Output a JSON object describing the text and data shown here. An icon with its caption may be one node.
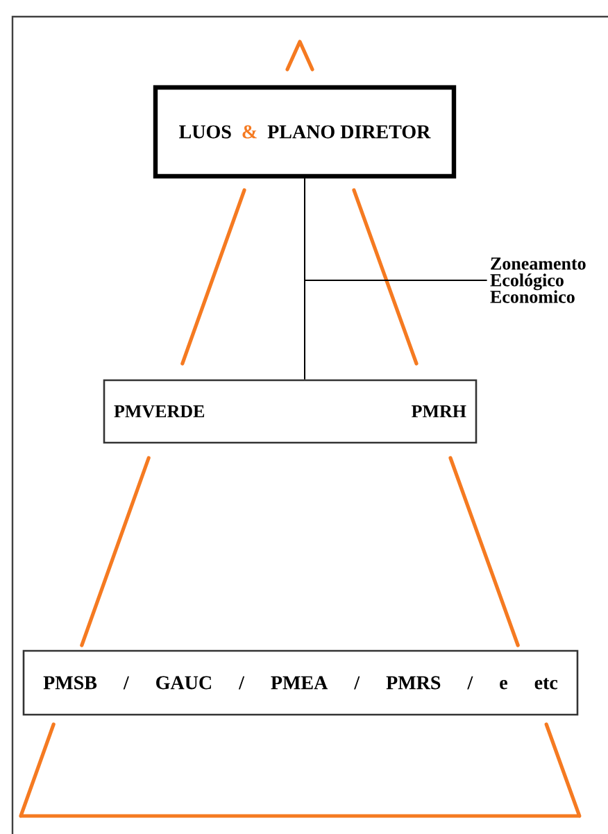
{
  "diagram": {
    "nodes": [
      {
        "text": [
          "LUOS",
          "&",
          "PLANO DIRETOR"
        ]
      },
      {
        "text": [
          "Zoneamento Ecológico Economico"
        ]
      },
      {
        "text": [
          "PMVERDE",
          "PMRH"
        ]
      },
      {
        "text": [
          "PMSB / GAUC / PMEA / PMRS / e etc"
        ]
      }
    ],
    "edges": [
      {
        "from": 0,
        "to": 2,
        "arrow": "none"
      },
      {
        "from": 0,
        "to": 1,
        "arrow": "none"
      }
    ]
  }
}
